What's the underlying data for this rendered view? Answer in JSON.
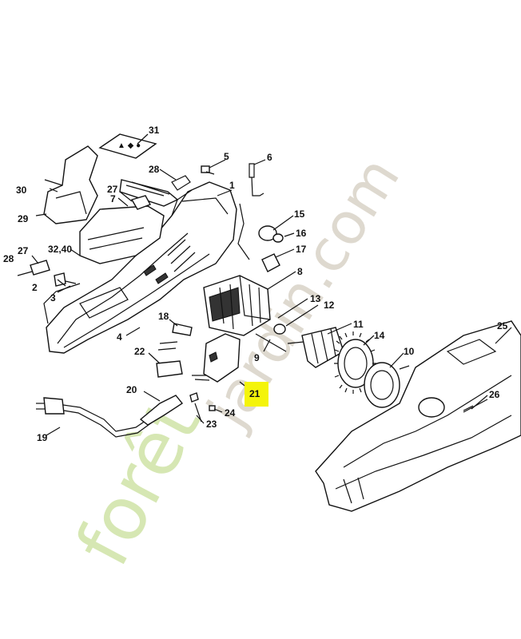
{
  "diagram": {
    "highlight_color": "#f4f40a",
    "watermark": {
      "part1": "forêt",
      "part2": "jardin.com",
      "color1": "#cfe3a6",
      "color2": "#d7d0c4"
    },
    "labels": {
      "l1": "1",
      "l2": "2",
      "l3": "3",
      "l4": "4",
      "l5": "5",
      "l6": "6",
      "l7": "7",
      "l8": "8",
      "l9": "9",
      "l10": "10",
      "l11": "11",
      "l12": "12",
      "l13": "13",
      "l14": "14",
      "l15": "15",
      "l16": "16",
      "l17": "17",
      "l18": "18",
      "l19": "19",
      "l20": "20",
      "l21": "21",
      "l22": "22",
      "l23": "23",
      "l24": "24",
      "l25": "25",
      "l26": "26",
      "l27a": "27",
      "l27b": "27",
      "l28a": "28",
      "l28b": "28",
      "l29": "29",
      "l30": "30",
      "l31": "31",
      "l3240": "32,40"
    }
  }
}
